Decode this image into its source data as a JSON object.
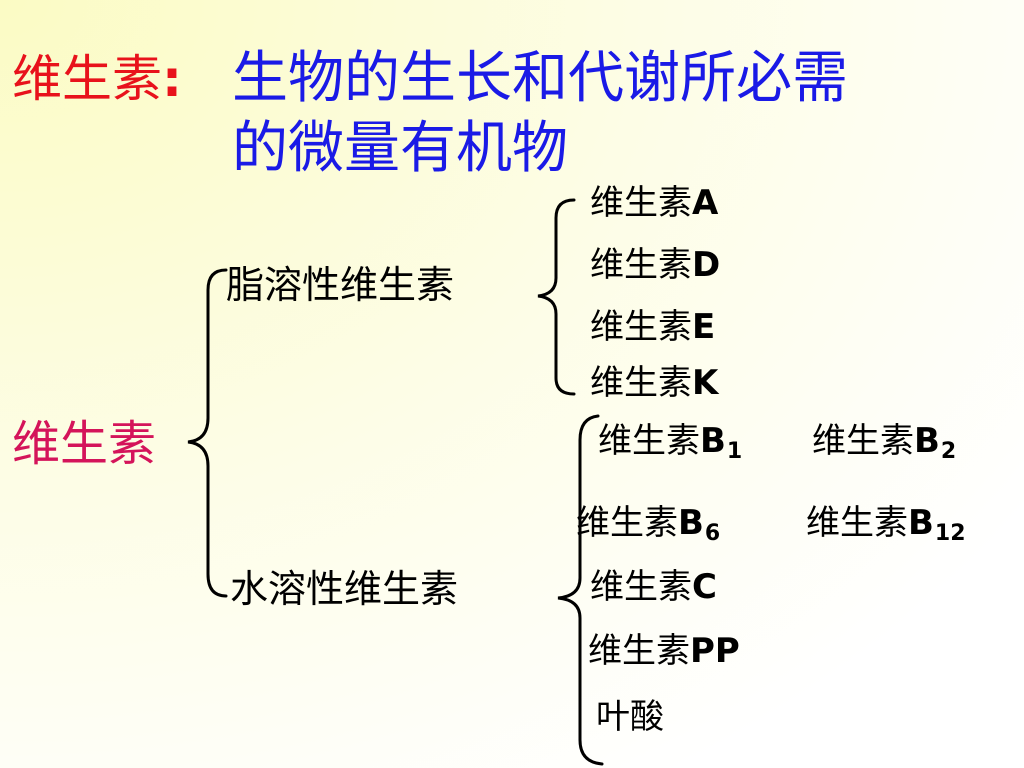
{
  "title": {
    "term": "维生素",
    "colon": ":",
    "definition_line1": "生物的生长和代谢所必需",
    "definition_line2": "的微量有机物"
  },
  "root": {
    "label": "维生素"
  },
  "categories": [
    {
      "label": "脂溶性维生素",
      "items": [
        {
          "base": "维生素",
          "code": "A"
        },
        {
          "base": "维生素",
          "code": "D"
        },
        {
          "base": "维生素",
          "code": "E"
        },
        {
          "base": "维生素",
          "code": "K"
        }
      ]
    },
    {
      "label": "水溶性维生素",
      "items": [
        {
          "base": "维生素",
          "code": "B",
          "sub": "1"
        },
        {
          "base": "维生素",
          "code": "B",
          "sub": "2"
        },
        {
          "base": "维生素",
          "code": "B",
          "sub": "6"
        },
        {
          "base": "维生素",
          "code": "B",
          "sub": "12"
        },
        {
          "base": "维生素",
          "code": "C"
        },
        {
          "base": "维生素",
          "code": "PP"
        },
        {
          "base": "叶酸"
        }
      ]
    }
  ],
  "colors": {
    "title_term": "#e8121b",
    "definition": "#1a1ae6",
    "root": "#d4145a",
    "text": "#000000"
  }
}
